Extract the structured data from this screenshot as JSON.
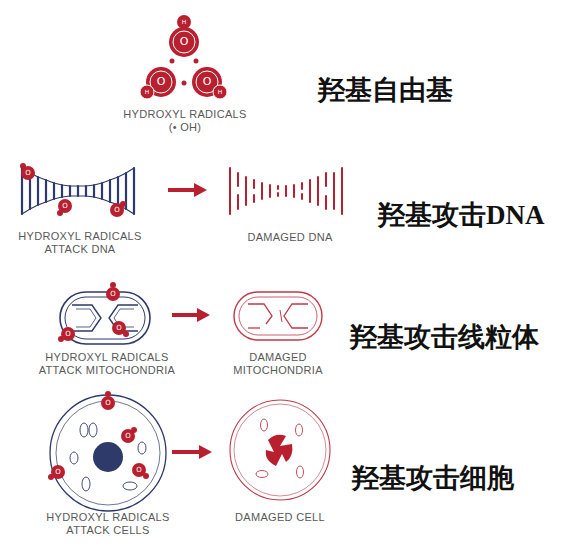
{
  "diagram": {
    "nodes": [
      {
        "text": [
          "HYDROXYL RADICALS (• OH)"
        ]
      },
      {
        "text": [
          "HYDROXYL RADICALS ATTACK DNA"
        ]
      },
      {
        "text": [
          "DAMAGED DNA"
        ]
      },
      {
        "text": [
          "HYDROXYL RADICALS ATTACK MITOCHONDRIA"
        ]
      },
      {
        "text": [
          "DAMAGED MITOCHONDRIA"
        ]
      },
      {
        "text": [
          "HYDROXYL RADICALS ATTACK CELLS"
        ]
      },
      {
        "text": [
          "DAMAGED CELL"
        ]
      }
    ],
    "edges": [
      {
        "from": 1,
        "to": 2,
        "arrow": "to"
      },
      {
        "from": 3,
        "to": 4,
        "arrow": "to"
      },
      {
        "from": 5,
        "to": 6,
        "arrow": "to"
      }
    ],
    "labels": [
      "H",
      "O",
      "O",
      "H",
      "O",
      "H",
      "羟基自由基",
      "O",
      "O",
      "O",
      "羟基攻击DNA",
      "O",
      "O",
      "O",
      "羟基攻击线粒体",
      "O",
      "O",
      "O",
      "O",
      "羟基攻击细胞"
    ]
  }
}
